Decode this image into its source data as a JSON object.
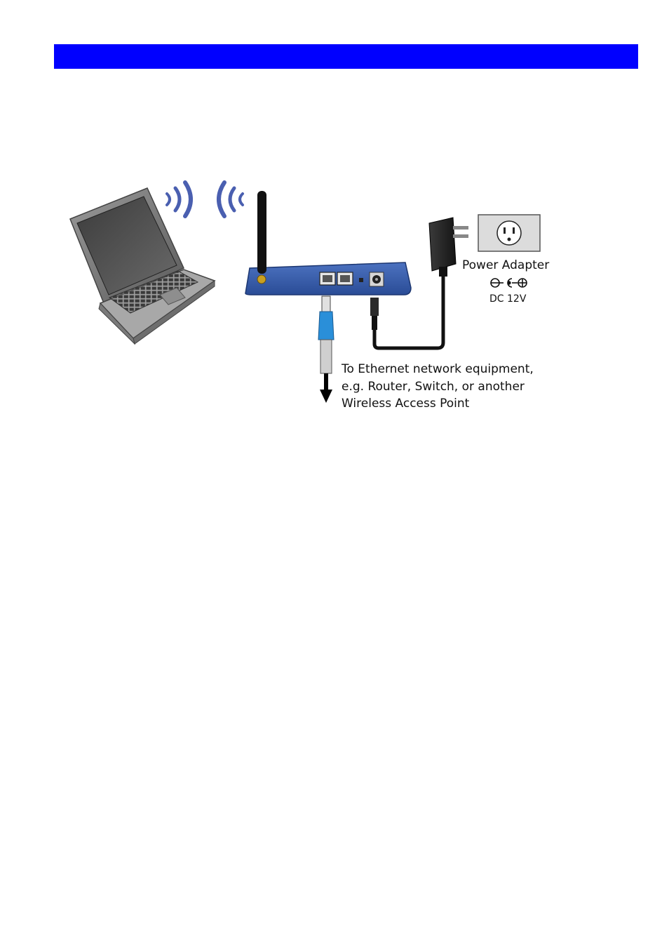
{
  "colors": {
    "header_bar": "#0000ff",
    "device_blue": "#3a5ea8",
    "device_blue_dark": "#22407e",
    "wave_blue": "#4a5fb0",
    "ethernet_connector": "#2a8fd9",
    "outlet_bg": "#dcdcdc"
  },
  "icons": [
    "laptop-icon",
    "wireless-waves-icon",
    "access-point-icon",
    "antenna-icon",
    "ethernet-cable-icon",
    "power-adapter-icon",
    "wall-outlet-icon",
    "dc-polarity-icon",
    "arrow-down-icon"
  ],
  "labels": {
    "power_adapter": "Power Adapter",
    "dc_voltage": "DC 12V",
    "ethernet_note_line1": "To Ethernet network equipment,",
    "ethernet_note_line2": "e.g. Router, Switch, or another",
    "ethernet_note_line3": "Wireless Access Point"
  }
}
